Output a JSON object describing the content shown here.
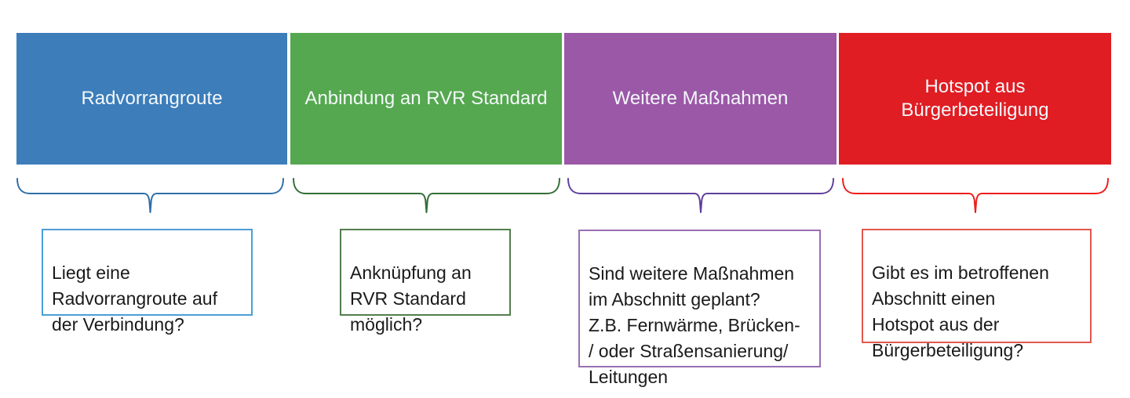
{
  "diagram": {
    "background": "#ffffff",
    "text_color": "#1a1a1a",
    "header_text_color": "#f4f8fb"
  },
  "columns": [
    {
      "id": "radvorrangroute",
      "header": "Radvorrangroute",
      "detail": "Liegt eine\nRadvorrangroute auf\nder Verbindung?",
      "fill": "#3c7dba",
      "brace_color": "#2e6fa8",
      "detail_border": "#4b9ed6"
    },
    {
      "id": "anbindung-rvr-standard",
      "header": "Anbindung an RVR Standard",
      "detail": "Anknüpfung an\nRVR Standard\nmöglich?",
      "fill": "#55a84f",
      "brace_color": "#336e38",
      "detail_border": "#537e4e"
    },
    {
      "id": "weitere-massnahmen",
      "header": "Weitere Maßnahmen",
      "detail": "Sind weitere Maßnahmen\nim Abschnitt geplant?\nZ.B. Fernwärme, Brücken-\n/ oder Straßensanierung/\nLeitungen",
      "fill": "#9b58a7",
      "brace_color": "#5f3f9b",
      "detail_border": "#9a6fb4"
    },
    {
      "id": "hotspot-buergerbeteiligung",
      "header": "Hotspot aus\nBürgerbeteiligung",
      "detail": "Gibt es im betroffenen\nAbschnitt einen\nHotspot aus der\nBürgerbeteiligung?",
      "fill": "#e01d23",
      "brace_color": "#ee1d1d",
      "detail_border": "#e2574d"
    }
  ]
}
